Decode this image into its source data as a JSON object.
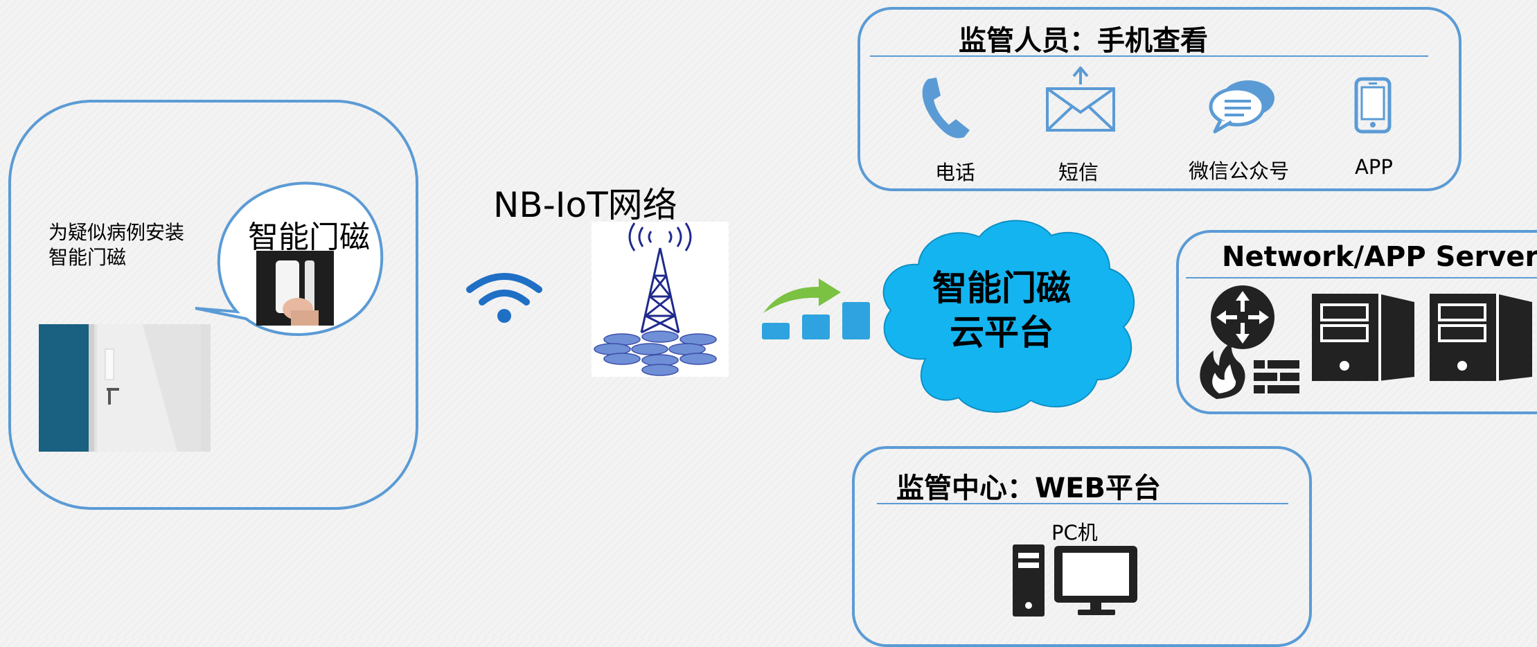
{
  "device_panel": {
    "description": "为疑似病例安装\n智能门磁",
    "bubble_label": "智能门磁"
  },
  "network": {
    "label": "NB-IoT网络"
  },
  "cloud": {
    "title": "智能门磁\n云平台"
  },
  "staff_panel": {
    "heading": "监管人员：手机查看",
    "items": [
      {
        "label": "电话",
        "icon": "phone-icon"
      },
      {
        "label": "短信",
        "icon": "envelope-icon"
      },
      {
        "label": "微信公众号",
        "icon": "chat-icon"
      },
      {
        "label": "APP",
        "icon": "smartphone-icon"
      }
    ]
  },
  "server_panel": {
    "heading": "Network/APP Server",
    "icons": [
      "router-firewall-icon",
      "server-icon",
      "server-icon"
    ]
  },
  "center_panel": {
    "heading": "监管中心：WEB平台",
    "pc_label": "PC机",
    "icon": "desktop-pc-icon"
  },
  "colors": {
    "border": "#5b9bd5",
    "cloud_fill": "#14b4f0",
    "tower": "#1f2a8c",
    "wifi": "#1f6fc5",
    "icon_blue": "#5b9bd5",
    "server_dark": "#222222"
  }
}
